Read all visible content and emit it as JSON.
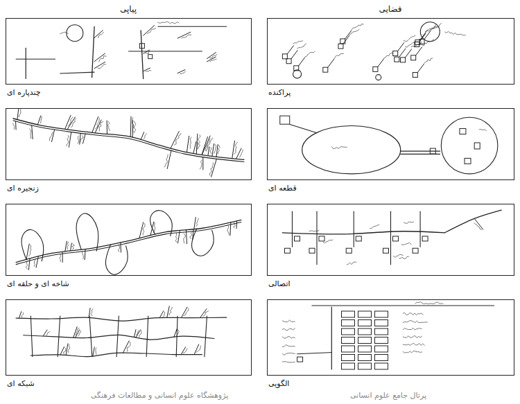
{
  "diagram": {
    "nodes": [
      {
        "text": [
          "پراکنده"
        ]
      },
      {
        "text": [
          "چندپاره ای"
        ]
      },
      {
        "text": [
          "قطعه ای"
        ]
      },
      {
        "text": [
          "زنجیره ای"
        ]
      },
      {
        "text": [
          "اتصالی"
        ]
      },
      {
        "text": [
          "شاخه ای و حلقه ای"
        ]
      },
      {
        "text": [
          "الگویی"
        ]
      },
      {
        "text": [
          "شبکه ای"
        ]
      }
    ],
    "labels": [
      "فضایی",
      "پیاپی",
      "پژوهشگاه علوم انسانی و مطالعات فرهنگی",
      "پرتال جامع علوم انسانی"
    ]
  }
}
